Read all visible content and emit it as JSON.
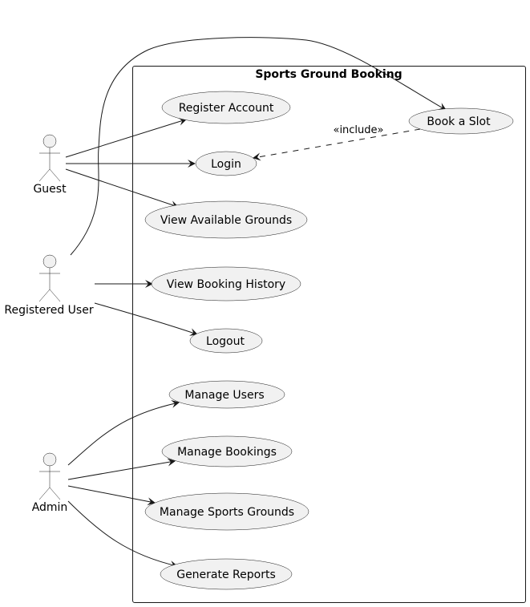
{
  "diagram": {
    "system_title": "Sports Ground Booking",
    "actors": {
      "guest": "Guest",
      "registered_user": "Registered User",
      "admin": "Admin"
    },
    "use_cases": {
      "register_account": "Register Account",
      "login": "Login",
      "view_available_grounds": "View Available Grounds",
      "view_booking_history": "View Booking History",
      "logout": "Logout",
      "manage_users": "Manage Users",
      "manage_bookings": "Manage Bookings",
      "manage_sports_grounds": "Manage Sports Grounds",
      "generate_reports": "Generate Reports",
      "book_a_slot": "Book a Slot"
    },
    "include_label": "«include»"
  }
}
